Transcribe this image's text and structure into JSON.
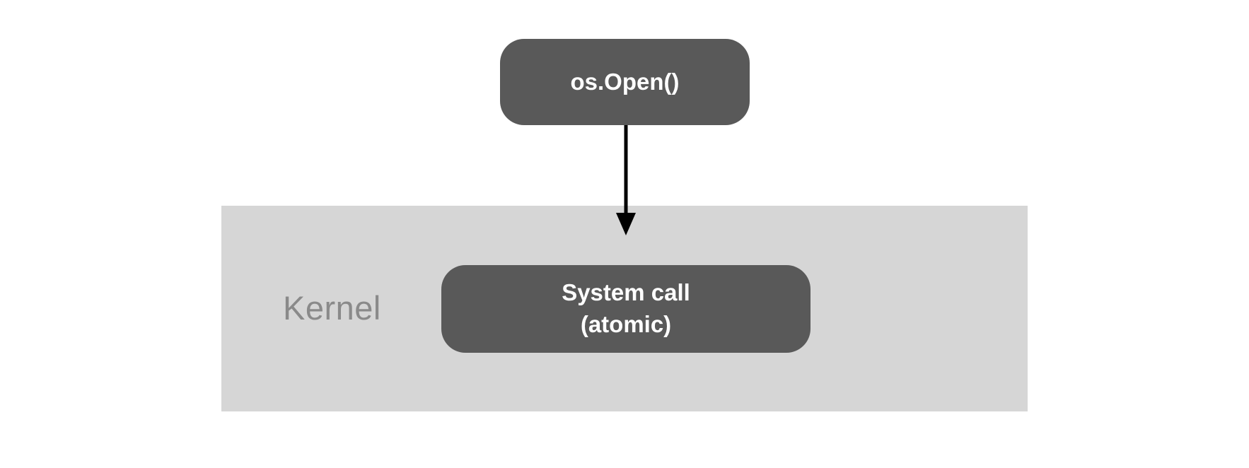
{
  "diagram": {
    "top_box": {
      "label": "os.Open()"
    },
    "kernel_band": {
      "label": "Kernel"
    },
    "system_call_box": {
      "line1": "System call",
      "line2": "(atomic)"
    }
  },
  "colors": {
    "node_fill": "#595959",
    "node_text": "#ffffff",
    "band_fill": "#d6d6d6",
    "band_label_text": "#8a8a8a",
    "arrow": "#000000",
    "background": "#ffffff"
  }
}
